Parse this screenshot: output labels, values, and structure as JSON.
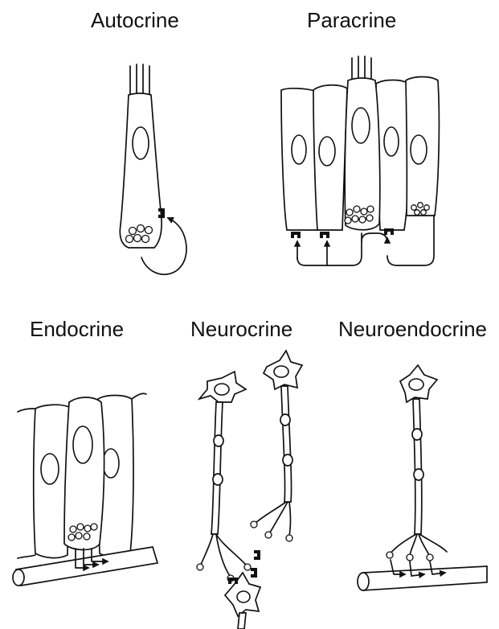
{
  "panels": {
    "autocrine": "Autocrine",
    "paracrine": "Paracrine",
    "endocrine": "Endocrine",
    "neurocrine": "Neurocrine",
    "neuroendocrine": "Neuroendocrine"
  },
  "colors": {
    "ink": "#111111",
    "background": "#ffffff"
  }
}
